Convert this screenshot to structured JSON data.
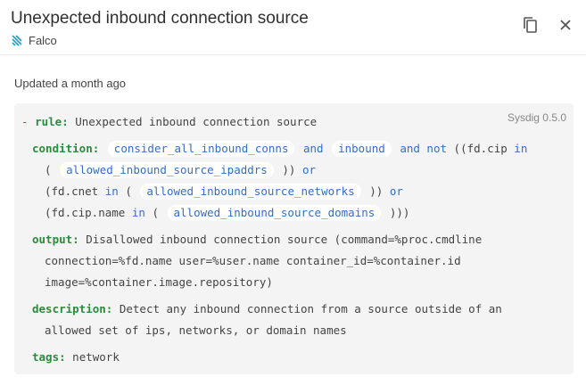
{
  "header": {
    "title": "Unexpected inbound connection source",
    "source": "Falco"
  },
  "updated": "Updated a month ago",
  "code": {
    "version": "Sysdig 0.5.0",
    "dash": "-",
    "rule_key": "rule:",
    "rule_value": "Unexpected inbound connection source",
    "condition_key": "condition:",
    "macro_1": "consider_all_inbound_conns",
    "and_1": "and",
    "macro_2": "inbound",
    "and_not": "and not",
    "paren_fd_cip": "((fd.cip",
    "in_1": "in",
    "open_paren_1": "(",
    "macro_3": "allowed_inbound_source_ipaddrs",
    "close_1": "))",
    "or_1": "or",
    "fd_cnet": "(fd.cnet",
    "in_2": "in",
    "open_paren_2": "(",
    "macro_4": "allowed_inbound_source_networks",
    "close_2": "))",
    "or_2": "or",
    "fd_cip_name": "(fd.cip.name",
    "in_3": "in",
    "open_paren_3": "(",
    "macro_5": "allowed_inbound_source_domains",
    "close_3": ")))",
    "output_key": "output:",
    "output_line_1": "Disallowed inbound connection source (command=%proc.cmdline",
    "output_line_2": "connection=%fd.name user=%user.name container_id=%container.id",
    "output_line_3": "image=%container.image.repository)",
    "description_key": "description:",
    "description_line_1": "Detect any inbound connection from a source outside of an",
    "description_line_2": "allowed set of ips, networks, or domain names",
    "tags_key": "tags:",
    "tags_value": "network"
  },
  "colors": {
    "key_green": "#2a8c3c",
    "keyword_blue": "#2f6fc9",
    "dash_red": "#b33333",
    "code_bg": "#f4f4f4"
  },
  "icons": {
    "source": "falco-logo-icon",
    "copy": "copy-icon",
    "close": "close-icon"
  }
}
